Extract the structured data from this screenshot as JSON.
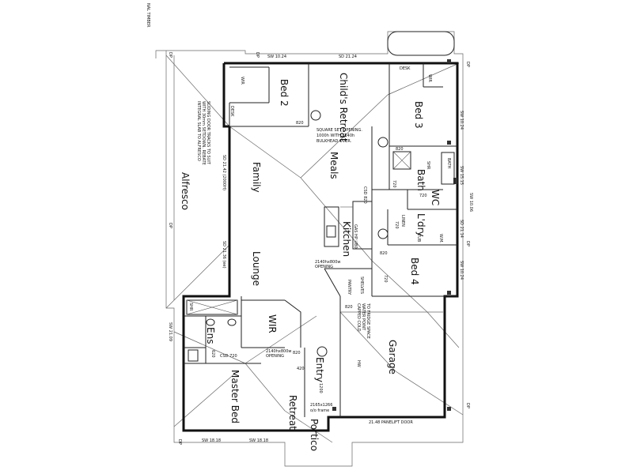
{
  "margin_note": "NAL TIMBER",
  "rooms": {
    "bed2": "Bed 2",
    "childs_retreat": "Child's Retreat",
    "bed3": "Bed 3",
    "alfresco": "Alfresco",
    "family": "Family",
    "meals": "Meals",
    "bath": "Bath",
    "wc": "WC",
    "laundry": "L'dry",
    "kitchen": "Kitchen",
    "lounge": "Lounge",
    "bed4": "Bed 4",
    "wir_master": "WIR",
    "ens": "Ens",
    "garage": "Garage",
    "entry": "Entry",
    "master_bed": "Master Bed",
    "retreat": "Retreat",
    "portico": "Portico"
  },
  "labels": {
    "wir_bed2": "WIR",
    "desk_bed2": "DESK",
    "desk_bed3": "DESK",
    "wir_bed3": "WIR",
    "door_820_a": "820",
    "door_820_b": "820",
    "door_820_c": "820",
    "door_820_d": "820",
    "door_820_e": "820",
    "door_720_wc": "720",
    "door_720_bath": "720",
    "door_720_ldry": "720",
    "door_720_wir": "720",
    "door_720_csd": "CSD 720",
    "door_620": "620",
    "door_420": "420",
    "square_set_1": "SQUARE SET OPENING.",
    "square_set_2": "1000h WITH 2140h",
    "square_set_3": "BULKHEAD OVER.",
    "alfresco_note_1": "INTEGRAL SLAB TO ALFRESCO",
    "alfresco_note_2": "WITH 30mm SETDOWN. REBATE",
    "alfresco_note_3": "SLIDING DOOR TRACKS TO SUIT",
    "sd_2142": "SD 21.42 (2000H)",
    "sd_2136": "SD 21.36 (ee)",
    "csd_820": "CSD 820",
    "opening_1": "2140hx800w",
    "opening_2": "OPENING",
    "opening_master_1": "2140hx800w",
    "opening_master_2": "OPENING",
    "pantry": "PANTRY",
    "shelves": "SHELVES",
    "linen": "LINEN",
    "tub": "TUB",
    "wm": "W.M.",
    "bath_tub": "BATH",
    "shower": "SHR",
    "capped_1": "CAPPED COLD",
    "capped_2": "WATER POINT",
    "capped_3": "TO FRIDGE SPACE",
    "hw": "HW",
    "garage_door": "21.48 PANELIFT DOOR",
    "window_2165": "2165x1266",
    "window_2165b": "o/o frame",
    "shelf_1200": "1200",
    "ens_shr": "SHR",
    "kitchen_appl": "GAS HP UB0"
  },
  "windows": {
    "sw_1024_top": "SW 10.24",
    "sd_2124_top": "SD 21.24",
    "sw_1024_bed3": "SW 10.24",
    "sw_1515": "SW 15.15",
    "sw_1006": "SW 10.06",
    "sd_2114": "SD 21.14",
    "sw_1024_bed4": "SW 10.24",
    "sw_2109": "SW 21.09",
    "sw_1818_a": "SW 18.18",
    "sw_1818_b": "SW 18.18"
  },
  "downpipe": "DP"
}
